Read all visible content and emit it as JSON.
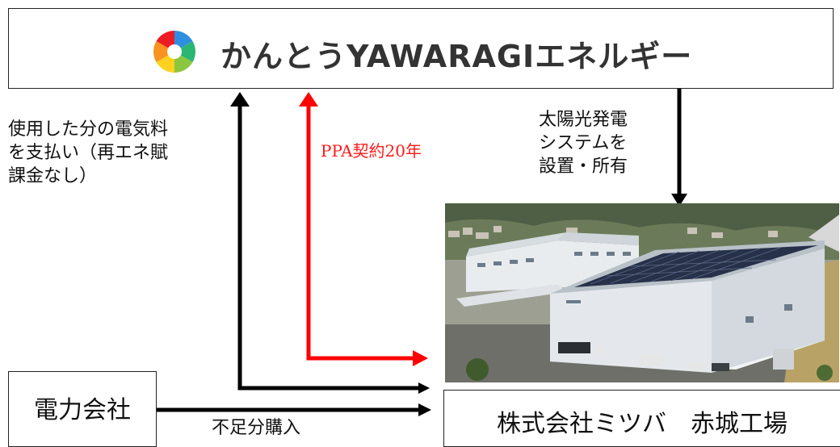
{
  "company": {
    "name": "かんとうYAWARAGIエネルギー",
    "logo_icon": "aperture-logo-icon"
  },
  "left_note": [
    "使用した分の電気料",
    "を支払い（再エネ賦",
    "課金なし）"
  ],
  "ppa_label": "PPA契約20年",
  "right_note": [
    "太陽光発電",
    "システムを",
    "設置・所有"
  ],
  "power_company": {
    "label": "電力会社"
  },
  "shortfall_label": "不足分購入",
  "factory": {
    "label": "株式会社ミツバ　赤城工場"
  },
  "colors": {
    "ppa_arrow": "#ff0000",
    "arrow": "#000000"
  }
}
